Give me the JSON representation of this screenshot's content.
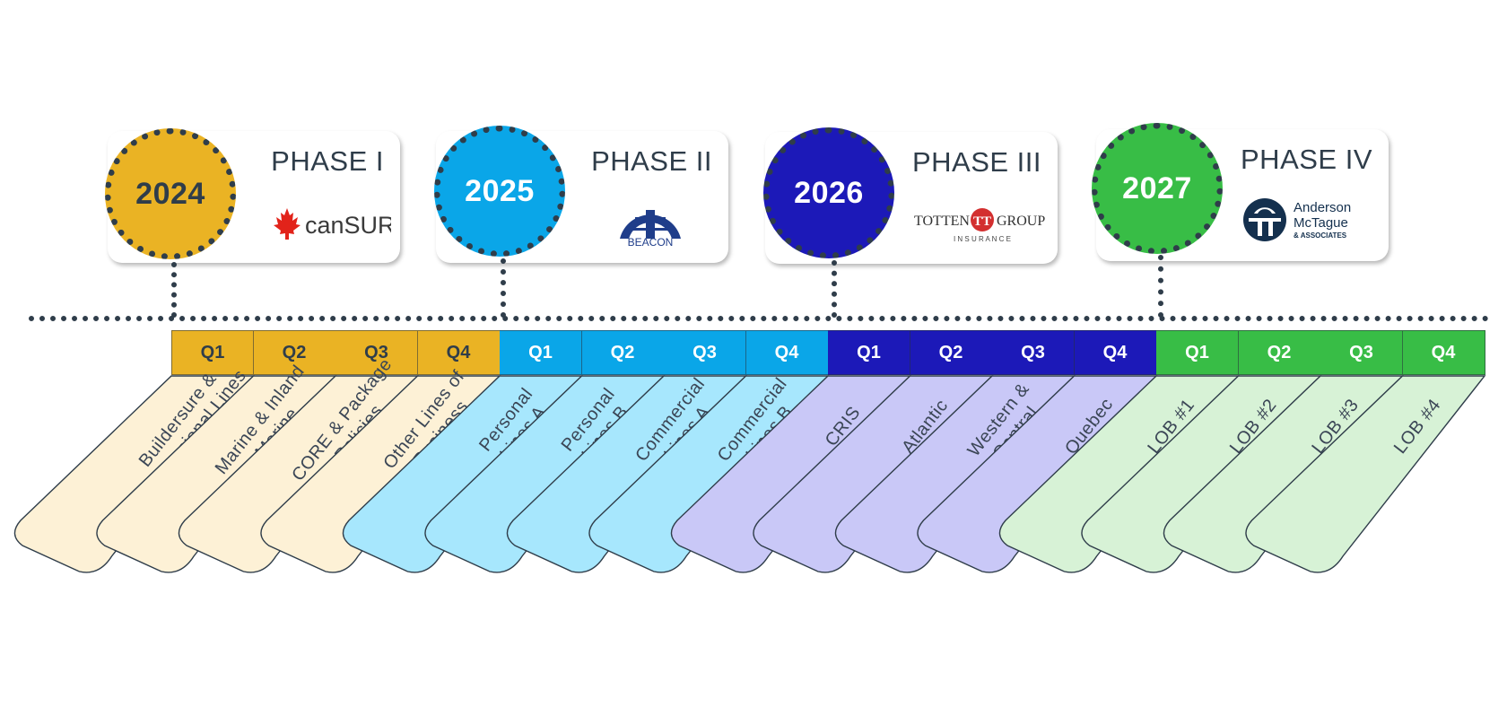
{
  "phases": [
    {
      "year": "2024",
      "label": "PHASE I",
      "logo": "cansure-logo",
      "logo_text": "canSURE",
      "dark": "#eab324",
      "light": "#fdf1d6",
      "year_color": "#2f3d4a"
    },
    {
      "year": "2025",
      "label": "PHASE II",
      "logo": "beacon-logo",
      "logo_text": "BEACON",
      "dark": "#0aa6e8",
      "light": "#d4f1fd",
      "year_color": "#ffffff"
    },
    {
      "year": "2026",
      "label": "PHASE III",
      "logo": "totten-group-logo",
      "logo_text": "TOTTEN",
      "logo_text2": "GROUP",
      "logo_sub": "I N S U R A N C E",
      "dark": "#1c19b8",
      "light": "#d5d3fb",
      "year_color": "#ffffff"
    },
    {
      "year": "2027",
      "label": "PHASE IV",
      "logo": "anderson-mctague-logo",
      "logo_text": "Anderson",
      "logo_text2": "McTague",
      "logo_sub": "& ASSOCIATES",
      "dark": "#38bd46",
      "light": "#d8f2d8",
      "year_color": "#ffffff"
    }
  ],
  "quarters": [
    "Q1",
    "Q2",
    "Q3",
    "Q4"
  ],
  "tab_colors": [
    "#fdf1d6",
    "#a7e7fd",
    "#c9c8f7",
    "#d7f2d6"
  ],
  "tabs": [
    [
      "Buildersure &",
      "Professional Lines"
    ],
    [
      "Marine & Inland",
      "Marine"
    ],
    [
      "CORE & Package",
      "Policies"
    ],
    [
      "Other Lines of",
      "Business"
    ],
    [
      "Personal",
      "Lines A"
    ],
    [
      "Personal",
      "Lines B"
    ],
    [
      "Commercial",
      "Lines A"
    ],
    [
      "Commercial",
      "Lines B"
    ],
    [
      "CRIS"
    ],
    [
      "Atlantic"
    ],
    [
      "Western &",
      "Central"
    ],
    [
      "Quebec"
    ],
    [
      "LOB #1"
    ],
    [
      "LOB #2"
    ],
    [
      "LOB #3"
    ],
    [
      "LOB #4"
    ]
  ]
}
